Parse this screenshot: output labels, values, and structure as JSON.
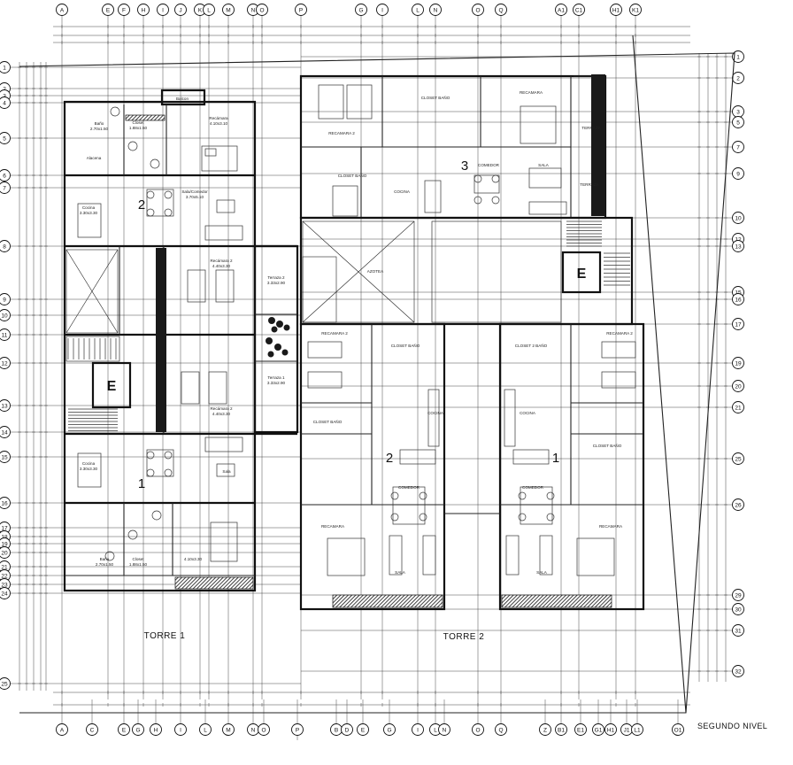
{
  "drawing": {
    "level_label": "SEGUNDO NIVEL",
    "tower_labels": [
      "TORRE 1",
      "TORRE 2"
    ],
    "elevator_label": "E"
  },
  "grid_top": [
    "A",
    "E",
    "F",
    "H",
    "I",
    "J",
    "K",
    "L",
    "M",
    "N",
    "O",
    "P",
    "G",
    "I",
    "L",
    "N",
    "O",
    "Q",
    "A1",
    "C1",
    "H1",
    "K1"
  ],
  "grid_bottom": [
    "A",
    "C",
    "E",
    "G",
    "H",
    "I",
    "L",
    "M",
    "N",
    "O",
    "P",
    "B",
    "D",
    "E",
    "G",
    "I",
    "L",
    "N",
    "O",
    "Q",
    "Z",
    "B1",
    "E1",
    "G1",
    "H1",
    "J1",
    "L1",
    "O1"
  ],
  "grid_left": [
    "1",
    "2",
    "3",
    "4",
    "5",
    "6",
    "7",
    "8",
    "9",
    "10",
    "11",
    "12",
    "13",
    "14",
    "15",
    "16",
    "17",
    "18",
    "19",
    "20",
    "21",
    "22",
    "23",
    "24",
    "25"
  ],
  "grid_right": [
    "1",
    "2",
    "3",
    "5",
    "7",
    "9",
    "10",
    "12",
    "13",
    "15",
    "16",
    "17",
    "19",
    "20",
    "21",
    "25",
    "26",
    "29",
    "30",
    "31",
    "32"
  ],
  "units": [
    {
      "num": "2",
      "tower": "1"
    },
    {
      "num": "1",
      "tower": "1"
    },
    {
      "num": "3",
      "tower": "2"
    },
    {
      "num": "2",
      "tower": "2"
    },
    {
      "num": "1",
      "tower": "2"
    }
  ],
  "rooms": {
    "balcon": "Balcon",
    "closet_t1": "Closet",
    "closet_t1_dim": "1.88x1.50",
    "bano_a": "Baño",
    "bano_a_dim": "2.70x1.50",
    "recamara_t1a": "Recámara",
    "recamara_t1a_dim": "4.10x3.10",
    "alacena": "Alacena",
    "sala_comedor": "Sala/Comedor",
    "sala_comedor_dim": "3.70x5.10",
    "cocina_a": "Cocina",
    "cocina_a_dim": "3.30x3.30",
    "recamara2_a": "Recámara 2",
    "recamara2_a_dim": "4.40x3.30",
    "terraza2": "Terraza 2",
    "terraza2_dim": "3.33x2.90",
    "recamara2_b": "Recámara 2",
    "recamara2_b_dim": "4.40x3.30",
    "terraza1": "Terraza 1",
    "terraza1_dim": "3.33x2.90",
    "cocina_b": "Cocina",
    "cocina_b_dim": "3.30x3.30",
    "sala": "Sala",
    "bano_b": "Baño",
    "bano_b_dim": "2.70x1.50",
    "closet_b": "Closet",
    "closet_b_dim": "1.88x1.50",
    "recamara_t1b_dim": "4.10x3.30",
    "recamara2_t2": "RECAMARA 2",
    "closet_bano": "CLOSET BAÑO",
    "recamara_t2": "RECAMARA",
    "terraza": "TERRAZA",
    "comedor": "COMEDOR",
    "sala_t2": "SALA",
    "cocina_t2": "COCINA",
    "azotea": "AZOTEA",
    "recamara2_t2b": "RECAMARA 2",
    "closet_t2": "CLOSET BAÑO",
    "closet2_bano": "CLOSET 2 BAÑO",
    "comedor_t2": "COMEDOR",
    "recamara_t2b": "RECAMARA"
  }
}
